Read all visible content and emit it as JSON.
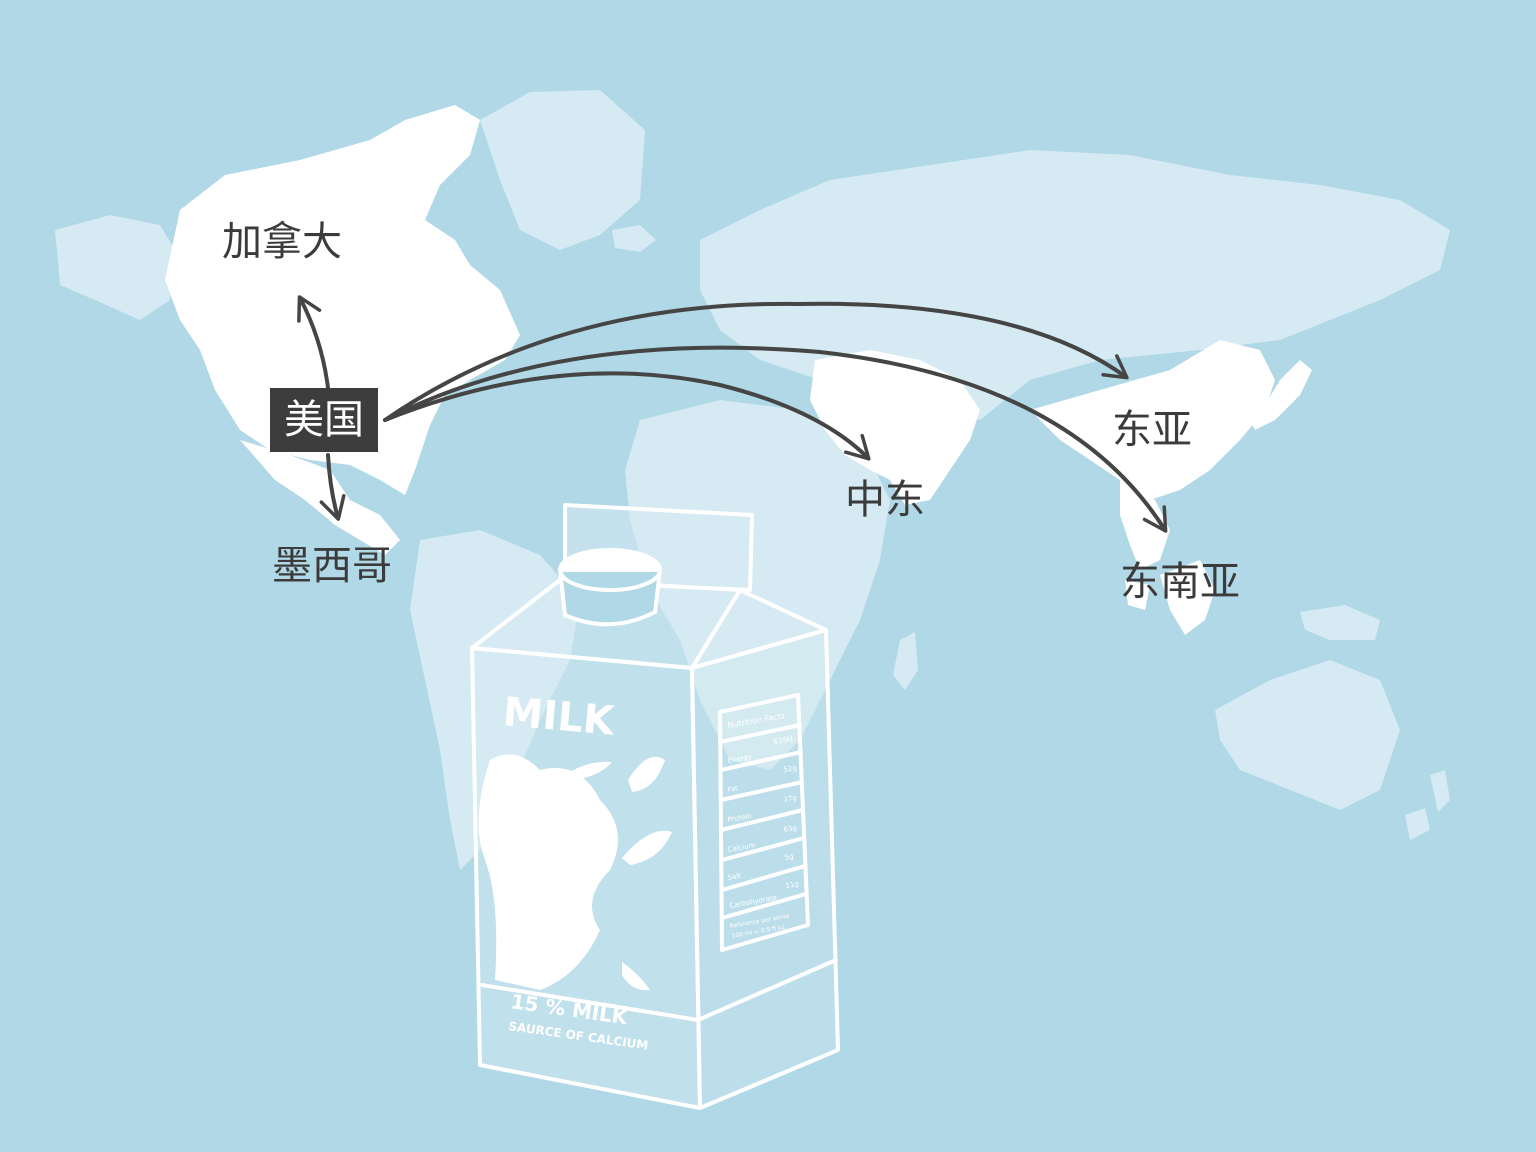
{
  "colors": {
    "ocean": "#b0d8e6",
    "land_primary": "#ffffff",
    "land_secondary": "#d5eaf2",
    "arrow": "#454545",
    "label_text": "#3b3b3b",
    "origin_bg": "#3d3d3d",
    "origin_text": "#ffffff"
  },
  "map": {
    "origin": {
      "label": "美国"
    },
    "destinations": [
      {
        "id": "canada",
        "label": "加拿大"
      },
      {
        "id": "mexico",
        "label": "墨西哥"
      },
      {
        "id": "middle-east",
        "label": "中东"
      },
      {
        "id": "east-asia",
        "label": "东亚"
      },
      {
        "id": "southeast-asia",
        "label": "东南亚"
      }
    ]
  },
  "carton": {
    "brand": "MILK",
    "bottom_line1": "15 % MILK",
    "bottom_line2": "SAURCE OF CALCIUM",
    "nutrition_title": "Nutrition Facts",
    "nutrition_rows": [
      {
        "name": "Energy",
        "value": "52g"
      },
      {
        "name": "Fat",
        "value": "27g"
      },
      {
        "name": "Protein",
        "value": "63g"
      },
      {
        "name": "Calcium",
        "value": "5g"
      },
      {
        "name": "Salt",
        "value": "11g"
      },
      {
        "name": "Carbohydrate",
        "value": ""
      }
    ],
    "nutrition_header_value": "635kJ",
    "nutrition_footnote1": "Reference per serve",
    "nutrition_footnote2": "100 ml = 0.9 fl oz"
  }
}
